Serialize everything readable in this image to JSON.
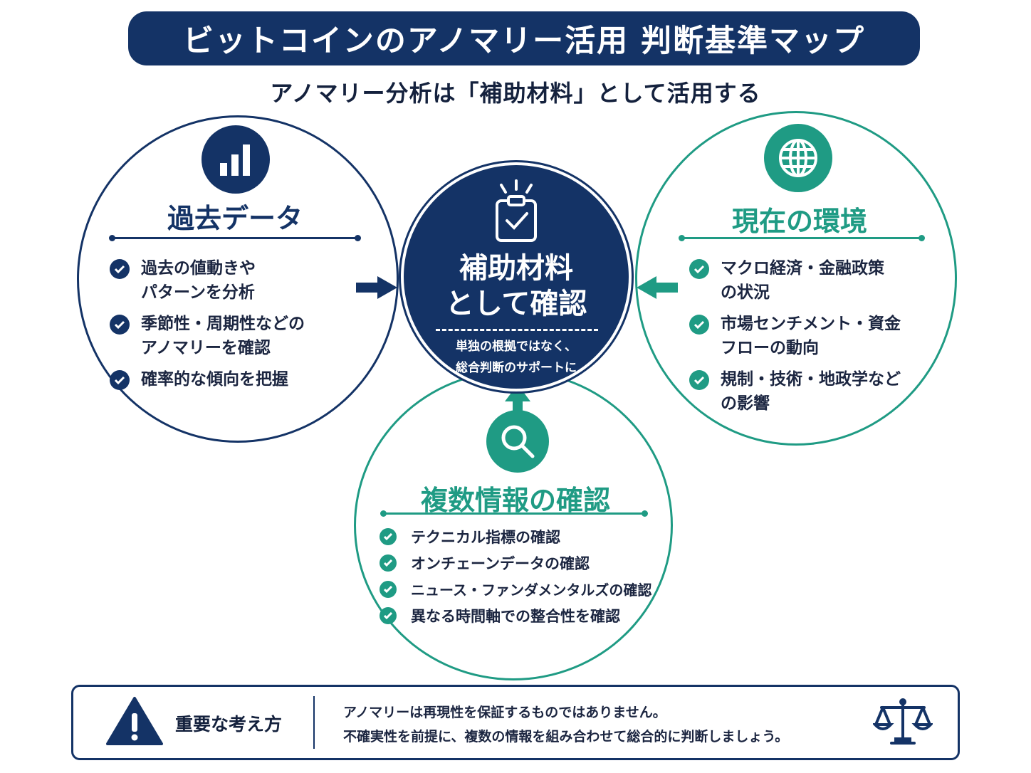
{
  "title": "ビットコインのアノマリー活用 判断基準マップ",
  "subtitle": "アノマリー分析は「補助材料」として活用する",
  "center": {
    "title_line1": "補助材料",
    "title_line2": "として確認",
    "note_line1": "単独の根拠ではなく、",
    "note_line2": "総合判断のサポートに",
    "icon": "clipboard-check-icon"
  },
  "past_data": {
    "heading": "過去データ",
    "icon": "bar-chart-icon",
    "items": [
      [
        "過去の値動きや",
        "パターンを分析"
      ],
      [
        "季節性・周期性などの",
        "アノマリーを確認"
      ],
      [
        "確率的な傾向を把握"
      ]
    ]
  },
  "current_env": {
    "heading": "現在の環境",
    "icon": "globe-icon",
    "items": [
      [
        "マクロ経済・金融政策",
        "の状況"
      ],
      [
        "市場センチメント・資金",
        "フローの動向"
      ],
      [
        "規制・技術・地政学など",
        "の影響"
      ]
    ]
  },
  "multi_info": {
    "heading": "複数情報の確認",
    "icon": "magnifier-icon",
    "items": [
      "テクニカル指標の確認",
      "オンチェーンデータの確認",
      "ニュース・ファンダメンタルズの確認",
      "異なる時間軸での整合性を確認"
    ]
  },
  "important": {
    "label": "重要な考え方",
    "line1": "アノマリーは再現性を保証するものではありません。",
    "line2": "不確実性を前提に、複数の情報を組み合わせて総合的に判断しましょう。",
    "left_icon": "warning-icon",
    "right_icon": "scales-icon"
  },
  "colors": {
    "navy": "#143366",
    "teal": "#1f9b84"
  }
}
